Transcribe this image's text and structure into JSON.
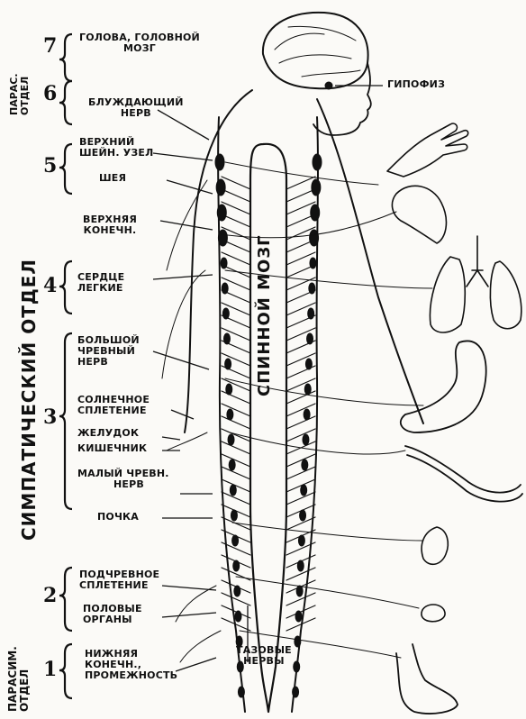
{
  "labels": {
    "head_brain": "ГОЛОВА, ГОЛОВНОЙ",
    "head_brain_2": "МОЗГ",
    "pituitary": "ГИПОФИЗ",
    "vagus": "БЛУЖДАЮЩИЙ",
    "vagus_2": "НЕРВ",
    "sup_ganglion": "ВЕРХНИЙ",
    "sup_ganglion_2": "ШЕЙН. УЗЕЛ",
    "neck": "ШЕЯ",
    "upper_limb": "ВЕРХНЯЯ",
    "upper_limb_2": "КОНЕЧН.",
    "heart_lungs": "СЕРДЦЕ",
    "heart_lungs_2": "ЛЕГКИЕ",
    "greater_splanchnic": "БОЛЬШОЙ",
    "greater_splanchnic_2": "ЧРЕВНЫЙ",
    "greater_splanchnic_3": "НЕРВ",
    "solar_plexus": "СОЛНЕЧНОЕ",
    "solar_plexus_2": "СПЛЕТЕНИЕ",
    "stomach": "ЖЕЛУДОК",
    "intestine": "КИШЕЧНИК",
    "lesser_splanchnic": "МАЛЫЙ ЧРЕВН.",
    "lesser_splanchnic_2": "НЕРВ",
    "kidney": "ПОЧКА",
    "hypogastric": "ПОДЧРЕВНОЕ",
    "hypogastric_2": "СПЛЕТЕНИЕ",
    "genitals": "ПОЛОВЫЕ",
    "genitals_2": "ОРГАНЫ",
    "lower_limb": "НИЖНЯЯ",
    "lower_limb_2": "КОНЕЧН.,",
    "lower_limb_3": "ПРОМЕЖНОСТЬ",
    "pelvic": "ТАЗОВЫЕ",
    "pelvic_2": "НЕРВЫ",
    "spinal_cord": "СПИННОЙ МОЗГ"
  },
  "numbers": [
    "7",
    "6",
    "5",
    "4",
    "3",
    "2",
    "1"
  ],
  "divisions": {
    "parasym_upper": "ПАРАС.",
    "parasym_upper_2": "ОТДЕЛ",
    "sympathetic": "СИМПАТИЧЕСКИЙ ОТДЕЛ",
    "parasym_lower": "ПАРАСИМ.",
    "parasym_lower_2": "ОТДЕЛ"
  }
}
